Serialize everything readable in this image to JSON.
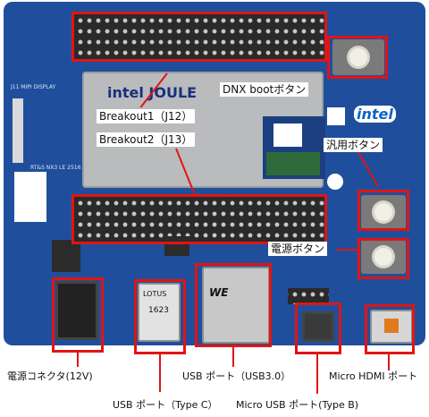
{
  "labels": {
    "dnx_boot_button": "DNX bootボタン",
    "breakout1": "Breakout1（J12）",
    "breakout2": "Breakout2（J13）",
    "general_button": "汎用ボタン",
    "power_button": "電源ボタン",
    "power_connector": "電源コネクタ(12V)",
    "usb_port_usb30": "USB ポート（USB3.0）",
    "micro_hdmi_port": "Micro HDMI ポート",
    "usb_port_type_c": "USB ポート（Type C）",
    "micro_usb_port_type_b": "Micro USB ポート(Type B)"
  },
  "board_silkscreen": {
    "module_brand": "intel JOULE",
    "intel_badge": "intel",
    "usb_chip": "1623",
    "usbc_brand": "LOTUS",
    "usb3_brand": "WE"
  },
  "colors": {
    "board": "#1f4f9c",
    "highlight": "#e11414"
  }
}
